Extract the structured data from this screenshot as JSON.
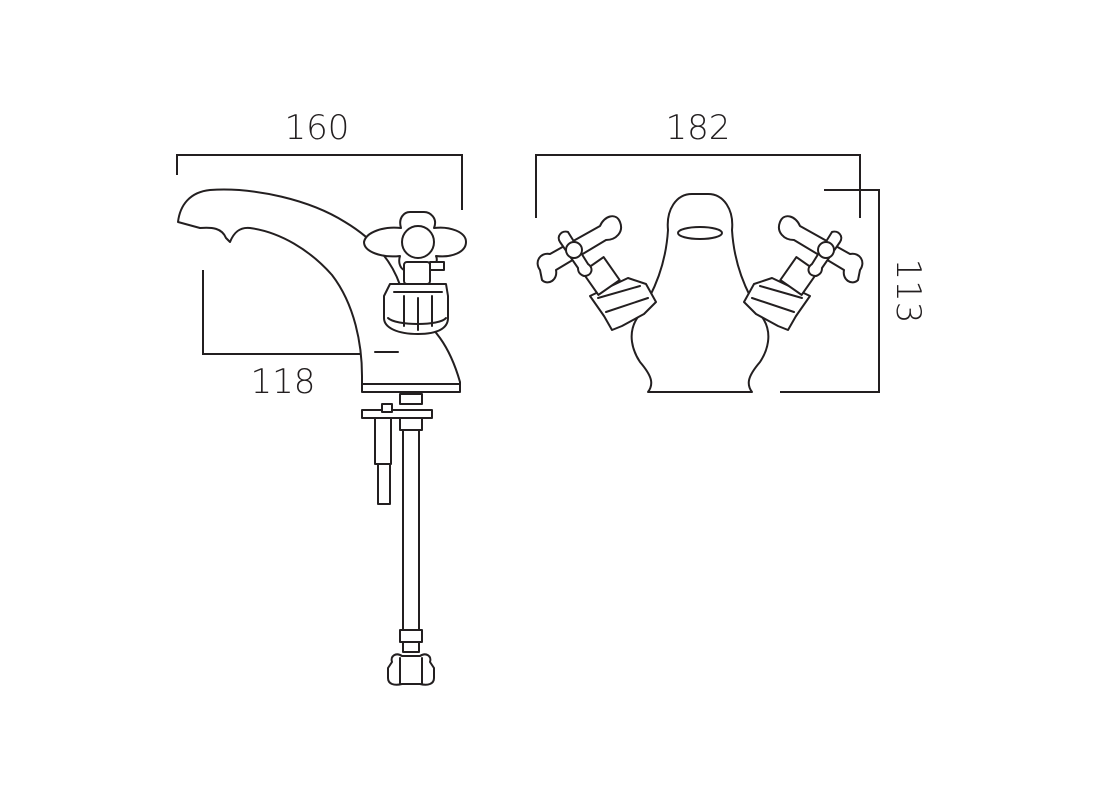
{
  "dimensions": {
    "side_width": "160",
    "side_reach": "118",
    "front_width": "182",
    "front_height": "113"
  }
}
